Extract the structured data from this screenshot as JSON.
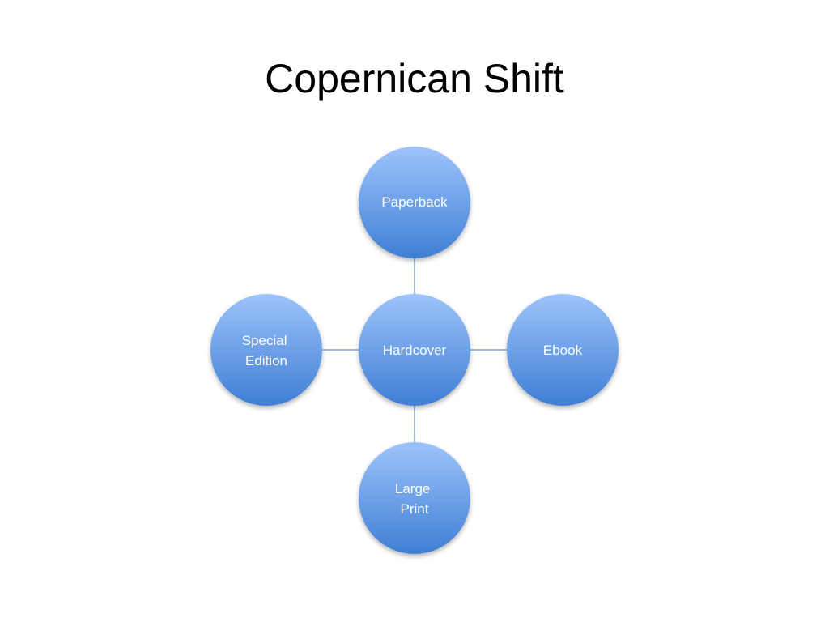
{
  "slide": {
    "title": "Copernican Shift"
  },
  "diagram": {
    "center": {
      "id": "hardcover",
      "lines": [
        "Hardcover"
      ]
    },
    "nodes": [
      {
        "id": "paperback",
        "lines": [
          "Paperback"
        ]
      },
      {
        "id": "ebook",
        "lines": [
          "Ebook"
        ]
      },
      {
        "id": "large-print",
        "lines": [
          "Large",
          "Print"
        ]
      },
      {
        "id": "special-edition",
        "lines": [
          "Special",
          "Edition"
        ]
      }
    ],
    "colors": {
      "circle_top": "#9dc3fb",
      "circle_bottom": "#3f7fd4",
      "connector": "#7fa6d4",
      "label": "#ffffff"
    }
  }
}
